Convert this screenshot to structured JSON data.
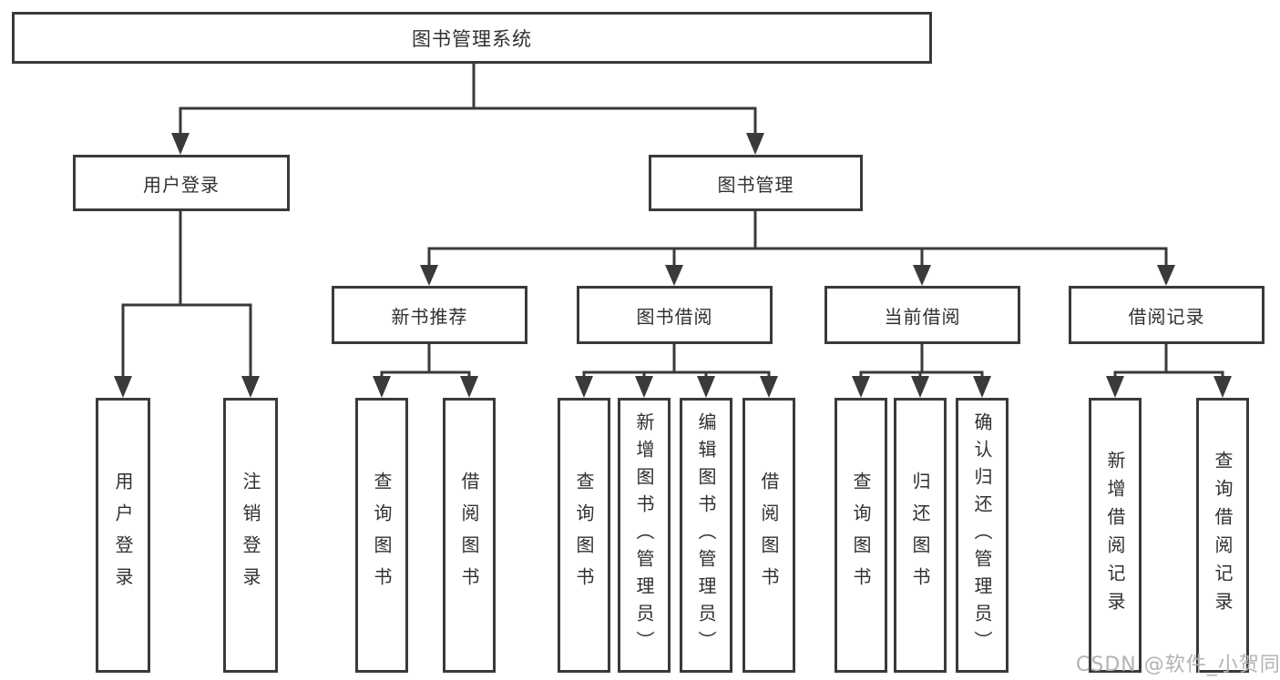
{
  "diagram": {
    "root": {
      "label": "图书管理系统",
      "children": [
        {
          "label": "用户登录",
          "children": [
            {
              "label": "用户登录"
            },
            {
              "label": "注销登录"
            }
          ]
        },
        {
          "label": "图书管理",
          "children": [
            {
              "label": "新书推荐",
              "children": [
                {
                  "label": "查询图书"
                },
                {
                  "label": "借阅图书"
                }
              ]
            },
            {
              "label": "图书借阅",
              "children": [
                {
                  "label": "查询图书"
                },
                {
                  "label": "新增图书（管理员）"
                },
                {
                  "label": "编辑图书（管理员）"
                },
                {
                  "label": "借阅图书"
                }
              ]
            },
            {
              "label": "当前借阅",
              "children": [
                {
                  "label": "查询图书"
                },
                {
                  "label": "归还图书"
                },
                {
                  "label": "确认归还（管理员）"
                }
              ]
            },
            {
              "label": "借阅记录",
              "children": [
                {
                  "label": "新增借阅记录"
                },
                {
                  "label": "查询借阅记录"
                }
              ]
            }
          ]
        }
      ]
    }
  },
  "watermark": {
    "text": "CSDN @软件_小贺同学"
  },
  "colors": {
    "line": "#3a3a3a",
    "node_border": "#3a3a3a",
    "node_fill": "#ffffff",
    "text": "#303030",
    "watermark": "#b3b3b3",
    "background": "#ffffff"
  }
}
